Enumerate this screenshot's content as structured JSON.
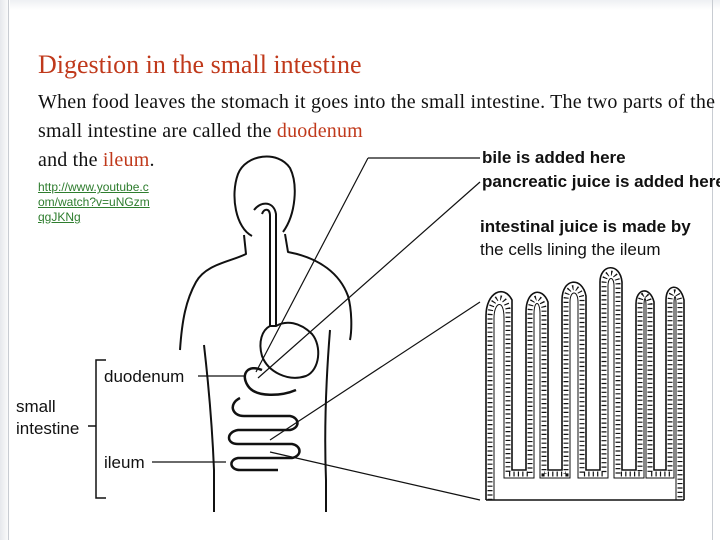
{
  "title": "Digestion in the small intestine",
  "intro": {
    "text1": "When food leaves the stomach it goes into the small intestine. The two parts of the small intestine are called the ",
    "duodenum": "duodenum",
    "text2": "and the ",
    "ileum": "ileum",
    "period": "."
  },
  "video_link": "http://www.youtube.com/watch?v=uNGzmqgJKNg",
  "diagram": {
    "bile_label": "bile is added here",
    "pancreatic_label": "pancreatic juice is added here",
    "intestinal_line1": "intestinal juice is made by",
    "intestinal_line2": "the cells lining the ileum",
    "duodenum_label": "duodenum",
    "small_label_line1": "small",
    "small_label_line2": "intestine",
    "ileum_label": "ileum"
  },
  "colors": {
    "title": "#c0391b",
    "highlight": "#c0391b",
    "link": "#2e7d2e"
  }
}
